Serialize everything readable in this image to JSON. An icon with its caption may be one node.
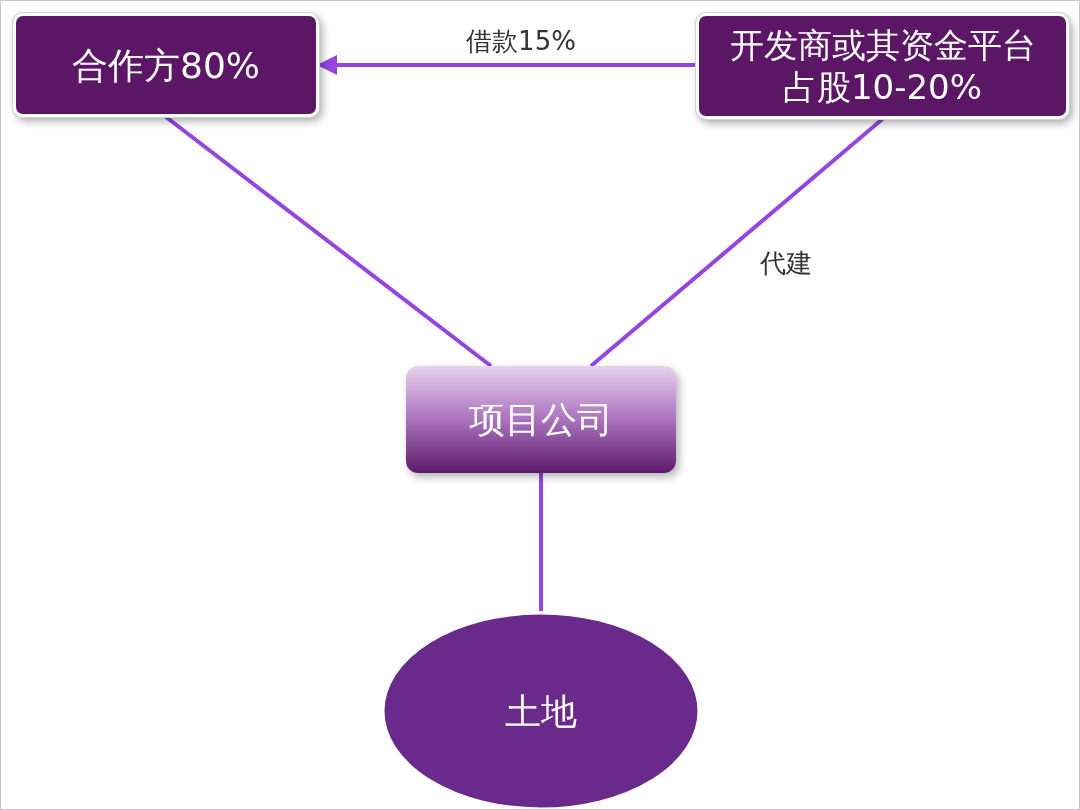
{
  "diagram": {
    "nodes": [
      {
        "text": [
          "合作方80%"
        ]
      },
      {
        "text": [
          "开发商或其资金平台占股10-20%"
        ]
      },
      {
        "text": [
          "项目公司"
        ]
      },
      {
        "text": [
          "土地"
        ]
      }
    ],
    "edges": [
      {
        "from": 1,
        "to": 0,
        "arrow": "to",
        "label": "借款15%"
      },
      {
        "from": 0,
        "to": 2,
        "arrow": "none"
      },
      {
        "from": 1,
        "to": 2,
        "arrow": "none",
        "label": "代建"
      },
      {
        "from": 2,
        "to": 3,
        "arrow": "none"
      }
    ]
  }
}
